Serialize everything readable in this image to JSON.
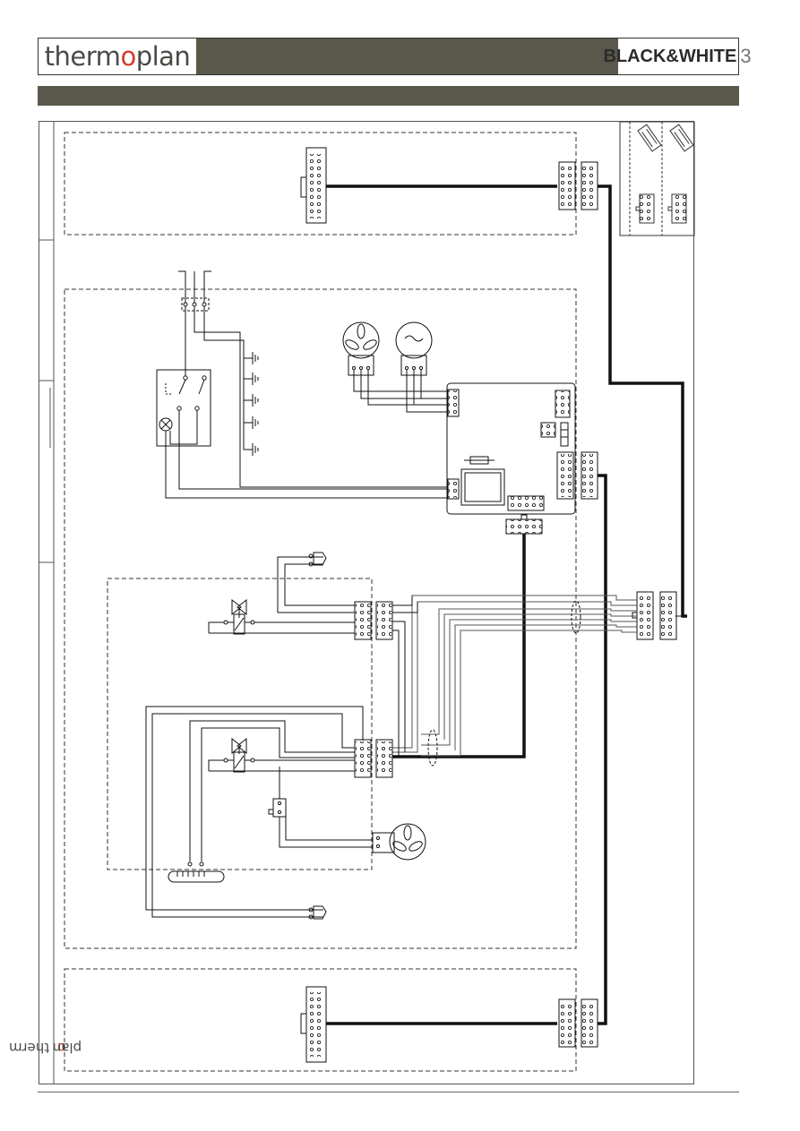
{
  "header": {
    "logo_prefix": "therm",
    "logo_o": "o",
    "logo_suffix": "plan",
    "brand": "BLACK&WHITE",
    "brand_number": "3"
  },
  "sidebar": {
    "logo_prefix": "therm",
    "logo_o": "o",
    "logo_suffix": "plan"
  },
  "colors": {
    "band": "#5a574b",
    "logo_accent": "#d73a2c",
    "wire": "#111111"
  }
}
